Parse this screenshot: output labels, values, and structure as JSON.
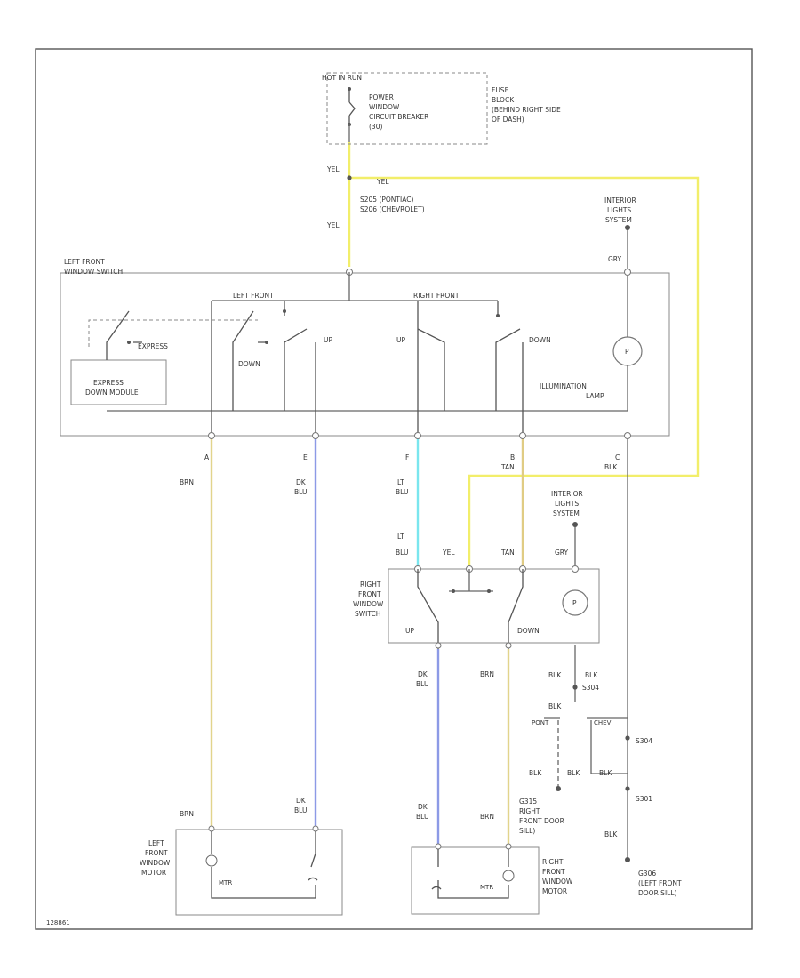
{
  "colors": {
    "yel": "#f2ee6a",
    "brn": "#e2d48c",
    "dk_blu": "#8c9ae6",
    "lt_blu": "#7ae6ee",
    "tan": "#e0cc84",
    "blk": "#6a6a6a",
    "gry": "#9a9a9a",
    "frame": "#555555"
  },
  "labels": {
    "hot_in_run": "HOT IN RUN",
    "breaker_1": "POWER",
    "breaker_2": "WINDOW",
    "breaker_3": "CIRCUIT BREAKER",
    "breaker_4": "(30)",
    "fuse_1": "FUSE",
    "fuse_2": "BLOCK",
    "fuse_3": "(BEHIND RIGHT SIDE",
    "fuse_4": "OF DASH)",
    "yel_a": "YEL",
    "yel_b": "YEL",
    "yel_c": "YEL",
    "splice_1": "S205 (PONTIAC)",
    "splice_2": "S206 (CHEVROLET)",
    "int_lights_1a": "INTERIOR",
    "int_lights_1b": "LIGHTS",
    "int_lights_1c": "SYSTEM",
    "gry_1": "GRY",
    "lf_switch_1": "LEFT FRONT",
    "lf_switch_2": "WINDOW SWITCH",
    "left_front": "LEFT FRONT",
    "right_front": "RIGHT FRONT",
    "express": "EXPRESS",
    "down_1": "DOWN",
    "up_1": "UP",
    "up_2": "UP",
    "down_2": "DOWN",
    "express_module_1": "EXPRESS",
    "express_module_2": "DOWN MODULE",
    "illum_1": "ILLUMINATION",
    "illum_2": "LAMP",
    "pin_a": "A",
    "pin_e": "E",
    "pin_f": "F",
    "pin_b": "B",
    "pin_c": "C",
    "brn_1": "BRN",
    "dk_1": "DK",
    "blu_1": "BLU",
    "lt_1": "LT",
    "blu_2": "BLU",
    "tan_1": "TAN",
    "blk_1": "BLK",
    "int_lights_2a": "INTERIOR",
    "int_lights_2b": "LIGHTS",
    "int_lights_2c": "SYSTEM",
    "lt_2": "LT",
    "blu_3": "BLU",
    "yel_d": "YEL",
    "tan_2": "TAN",
    "gry_2": "GRY",
    "rf_switch_1": "RIGHT",
    "rf_switch_2": "FRONT",
    "rf_switch_3": "WINDOW",
    "rf_switch_4": "SWITCH",
    "up_3": "UP",
    "down_3": "DOWN",
    "dk_2": "DK",
    "blu_4": "BLU",
    "brn_2": "BRN",
    "blk_2": "BLK",
    "blk_3": "BLK",
    "s304": "S304",
    "blk_4": "BLK",
    "pont": "PONT",
    "chev": "CHEV",
    "s304b": "S304",
    "blk_5": "BLK",
    "blk_6": "BLK",
    "blk_7": "BLK",
    "s301": "S301",
    "blk_8": "BLK",
    "brn_3": "BRN",
    "dk_3": "DK",
    "blu_5": "BLU",
    "dk_4": "DK",
    "blu_6": "BLU",
    "brn_4": "BRN",
    "g315_1": "G315",
    "g315_2": "RIGHT",
    "g315_3": "FRONT DOOR",
    "g315_4": "SILL)",
    "lf_motor_1": "LEFT",
    "lf_motor_2": "FRONT",
    "lf_motor_3": "WINDOW",
    "lf_motor_4": "MOTOR",
    "rf_motor_1": "RIGHT",
    "rf_motor_2": "FRONT",
    "rf_motor_3": "WINDOW",
    "rf_motor_4": "MOTOR",
    "g306_1": "G306",
    "g306_2": "(LEFT FRONT",
    "g306_3": "DOOR SILL)",
    "mtr_1": "MTR",
    "mtr_2": "MTR",
    "lamp_sym": "P",
    "fig_id": "128861"
  }
}
